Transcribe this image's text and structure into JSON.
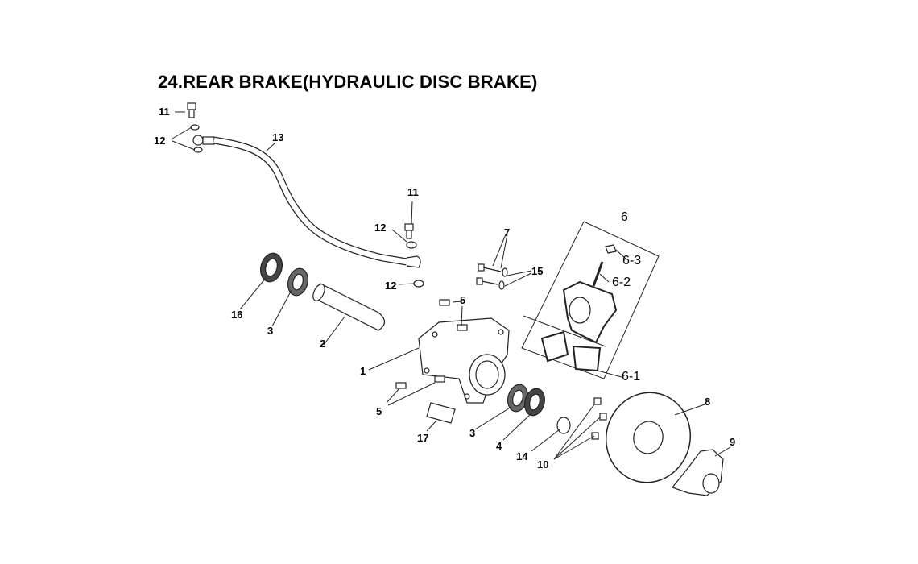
{
  "title": "24.REAR BRAKE(HYDRAULIC DISC BRAKE)",
  "labels": {
    "l11a": "11",
    "l12a": "12",
    "l13": "13",
    "l11b": "11",
    "l12b": "12",
    "l12c": "12",
    "l16": "16",
    "l3a": "3",
    "l2": "2",
    "l1": "1",
    "l5a": "5",
    "l5b": "5",
    "l17": "17",
    "l3b": "3",
    "l4": "4",
    "l7": "7",
    "l15": "15",
    "l6": "6",
    "l63": "6-3",
    "l62": "6-2",
    "l61": "6-1",
    "l8": "8",
    "l9": "9",
    "l10": "10",
    "l14": "14"
  }
}
